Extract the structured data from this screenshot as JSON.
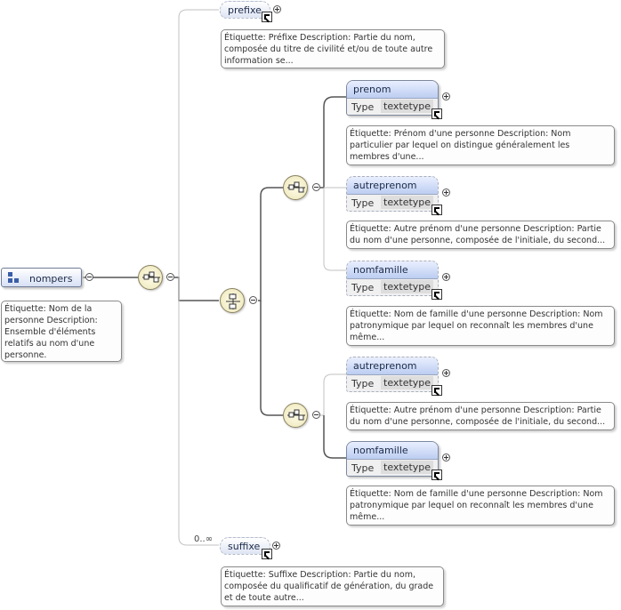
{
  "diagram": {
    "root": {
      "label": "nompers",
      "doc": "Étiquette: Nom de la\npersonne Description:\nEnsemble d'éléments\nrelatifs au nom d'une\npersonne."
    },
    "prefixe": {
      "label": "prefixe",
      "doc": "Étiquette: Préfixe Description: Partie du nom,\ncomposée du titre de civilité et/ou de toute autre\ninformation se..."
    },
    "choice_a": {
      "prenom": {
        "label": "prenom",
        "type_key": "Type",
        "type_value": "textetype",
        "doc": "Étiquette: Prénom d'une personne Description: Nom\nparticulier par lequel on distingue généralement les\nmembres d'une..."
      },
      "autreprenom": {
        "label": "autreprenom",
        "type_key": "Type",
        "type_value": "textetype",
        "doc": "Étiquette: Autre prénom d'une personne Description: Partie\ndu nom d'une personne, composée de l'initiale, du second..."
      },
      "nomfamille": {
        "label": "nomfamille",
        "type_key": "Type",
        "type_value": "textetype",
        "doc": "Étiquette: Nom de famille d'une personne Description: Nom\npatronymique par lequel on reconnaît les membres d'une\nmême..."
      }
    },
    "choice_b": {
      "autreprenom": {
        "label": "autreprenom",
        "type_key": "Type",
        "type_value": "textetype",
        "doc": "Étiquette: Autre prénom d'une personne Description: Partie\ndu nom d'une personne, composée de l'initiale, du second..."
      },
      "nomfamille": {
        "label": "nomfamille",
        "type_key": "Type",
        "type_value": "textetype",
        "doc": "Étiquette: Nom de famille d'une personne Description: Nom\npatronymique par lequel on reconnaît les membres d'une\nmême..."
      }
    },
    "suffixe": {
      "label": "suffixe",
      "occurrence": "0..∞",
      "doc": "Étiquette: Suffixe Description: Partie du nom,\ncomposée du qualificatif de génération, du grade\net de toute autre..."
    },
    "colors": {
      "line": "#555555",
      "light_line": "#bbbbbb",
      "header": "#bccdf1",
      "compositor": "#ece6b8"
    }
  }
}
